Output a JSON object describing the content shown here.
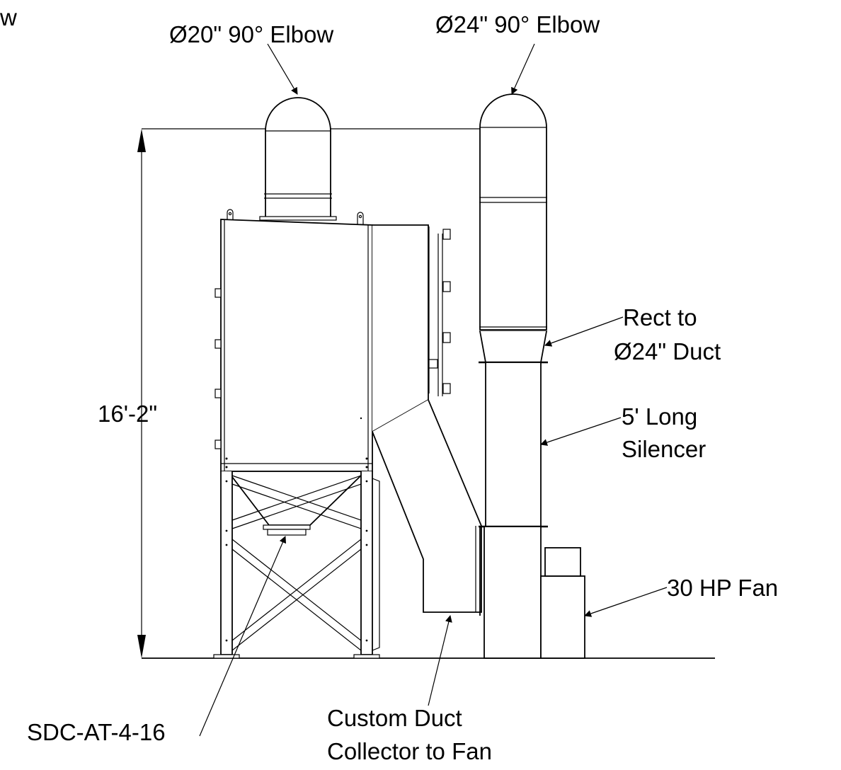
{
  "labels": {
    "corner_fragment": "w",
    "elbow_20": "Ø20\" 90° Elbow",
    "elbow_24": "Ø24\" 90° Elbow",
    "rect_to_duct_line1": "Rect to",
    "rect_to_duct_line2": "Ø24\" Duct",
    "silencer_line1": "5' Long",
    "silencer_line2": "Silencer",
    "height_dimension": "16'-2\"",
    "fan": "30 HP Fan",
    "collector_model": "SDC-AT-4-16",
    "custom_duct_line1": "Custom Duct",
    "custom_duct_line2": "Collector to Fan"
  }
}
